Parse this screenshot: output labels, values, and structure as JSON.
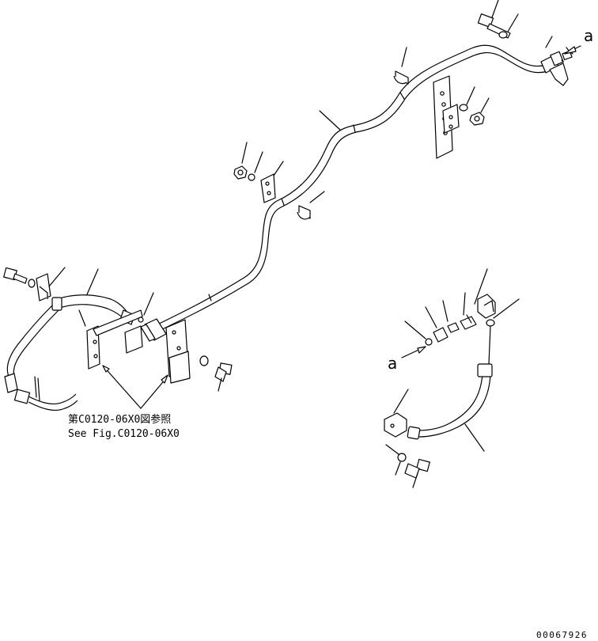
{
  "diagram": {
    "ref_letter": "a",
    "reference_note": {
      "line1": "第C0120-06X0図参照",
      "line2": "See Fig.C0120-06X0"
    },
    "drawing_number": "00067926"
  }
}
